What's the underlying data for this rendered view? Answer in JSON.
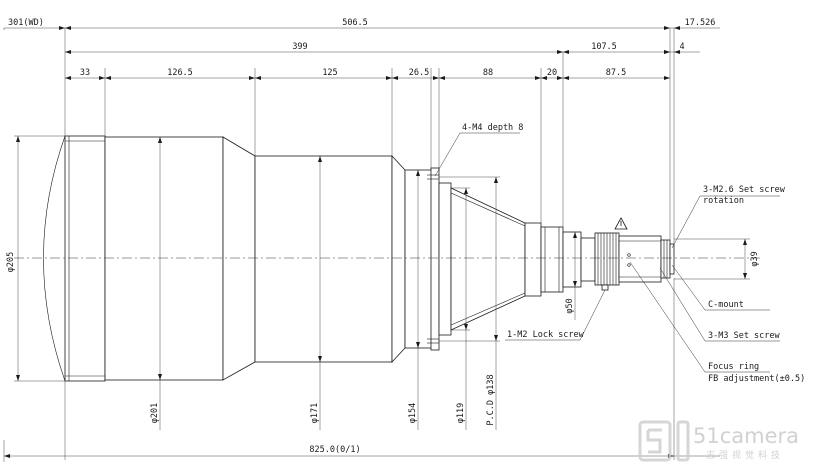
{
  "top_dimensions": {
    "working_distance": "301(WD)",
    "overall_length": "506.5",
    "flange_offset": "17.526",
    "body_length": "399",
    "rear_length": "107.5",
    "mount_thread": "4",
    "seg_1": "33",
    "seg_2": "126.5",
    "seg_3": "125",
    "seg_4": "26.5",
    "seg_5": "88",
    "seg_6": "20",
    "seg_7": "87.5"
  },
  "bottom_dimensions": {
    "total": "825.0(0/1)"
  },
  "diameters": {
    "d205": "φ205",
    "d201": "φ201",
    "d171": "φ171",
    "d154": "φ154",
    "d119": "φ119",
    "pcd138": "P.C.D φ138",
    "d50": "φ50",
    "d39": "φ39"
  },
  "callouts": {
    "m4": "4-M4 depth 8",
    "set_screw_rotation_1": "3-M2.6 Set screw",
    "set_screw_rotation_2": "rotation",
    "c_mount": "C-mount",
    "m3_set_screw": "3-M3 Set screw",
    "lock_screw": "1-M2 Lock screw",
    "focus_ring_1": "Focus ring",
    "focus_ring_2": "FB adjustment(±0.5)"
  },
  "warning_symbol": "warning-triangle-icon",
  "watermark": {
    "brand": "51camera",
    "tagline": "志强视觉科技"
  }
}
